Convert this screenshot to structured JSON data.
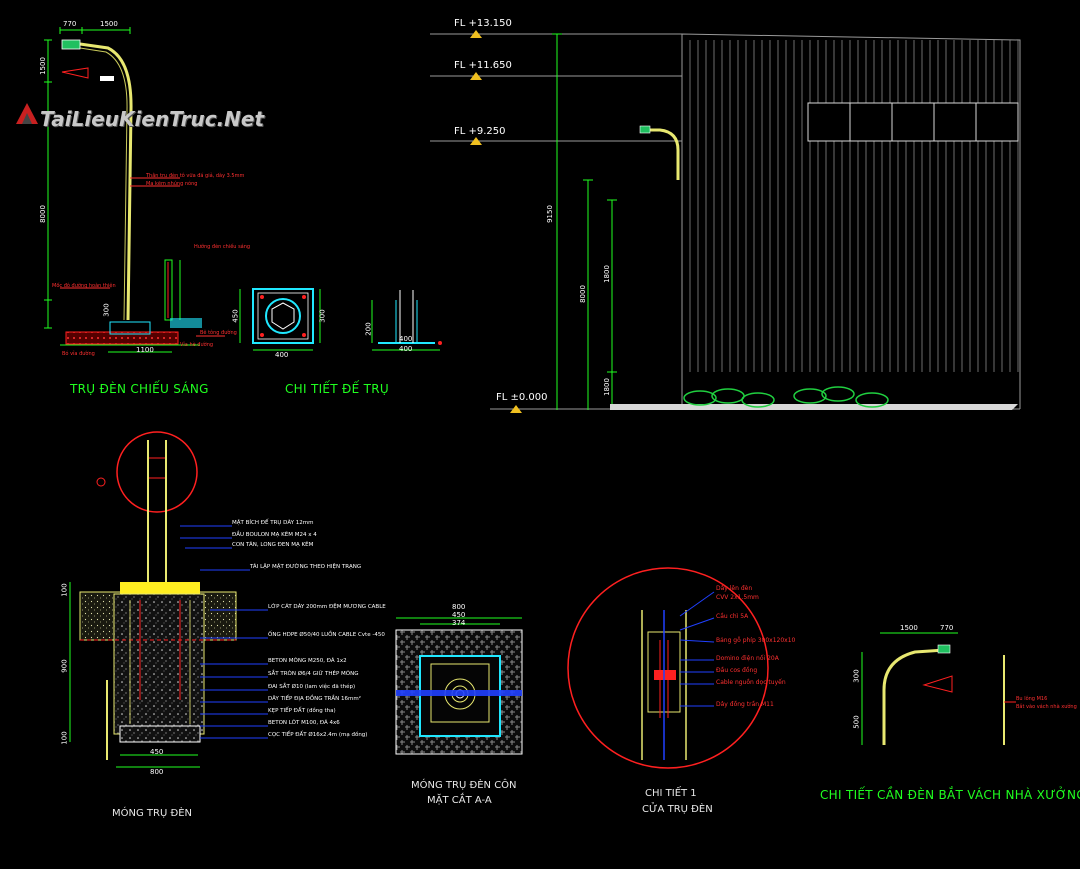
{
  "watermark": {
    "text": "TaiLieuKienTruc.Net"
  },
  "titles": {
    "pole": "TRỤ ĐÈN CHIẾU SÁNG",
    "base_detail": "CHI TIẾT ĐẾ TRỤ",
    "foundation": "MÓNG TRỤ ĐÈN",
    "section_line1": "MÓNG TRỤ ĐÈN CÔN",
    "section_line2": "MẶT CẮT A-A",
    "detail1_line1": "CHI TIẾT 1",
    "detail1_line2": "CỬA TRỤ ĐÈN",
    "wall_arm": "CHI TIẾT CẦN ĐÈN BẮT VÁCH NHÀ XƯỞNG"
  },
  "elevation": {
    "levels": [
      "FL +13.150",
      "FL +11.650",
      "FL +9.250",
      "FL ±0.000"
    ],
    "dims": [
      "9150",
      "8000",
      "1800",
      "1800"
    ]
  },
  "pole_dims": {
    "top": [
      "770",
      "1500"
    ],
    "vertical": [
      "1500",
      "8000",
      "300"
    ],
    "bottom": [
      "1100"
    ],
    "base_plate": [
      "400",
      "400",
      "300",
      "450"
    ],
    "base_side": [
      "200",
      "400"
    ]
  },
  "foundation_notes": [
    "MẶT BÍCH ĐẾ TRỤ DÀY 12mm",
    "ĐẦU BOULON MẠ KẼM M24 x 4",
    "CON TÁN, LONG ĐEN MẠ KẼM",
    "TÁI LẬP MẶT ĐƯỜNG THEO HIỆN TRẠNG",
    "LỚP CÁT DÀY 200mm ĐỆM MƯƠNG CABLE",
    "ỐNG HDPE Ø50/40 LUỒN CABLE Cvte -450",
    "BETON MÓNG M250, ĐÁ 1x2",
    "SẮT TRÒN Ø6/4 GIỮ THÉP MÓNG",
    "ĐAI SẮT Ø10 (lam việc đã thép)",
    "DÂY TIẾP ĐỊA ĐỒNG TRẦN 16mm²",
    "KẸP TIẾP ĐẤT (đồng tha)",
    "BETON LÓT M100, ĐÁ 4x6",
    "CỌC TIẾP ĐẤT Ø16x2.4m (mạ đồng)"
  ],
  "foundation_dims": [
    "100",
    "900",
    "100",
    "450",
    "800"
  ],
  "section_dims": [
    "800",
    "450",
    "374"
  ],
  "detail1_notes": [
    "Dây lên đèn",
    "CVV 2x1.5mm",
    "Cầu chì 5A",
    "Bảng gỗ phíp 300x120x10",
    "Domino điện nối 20A",
    "Đầu cos đồng",
    "Cable nguồn dọc tuyến",
    "Dây đồng trần M11"
  ],
  "wall_arm_dims": [
    "1500",
    "770",
    "300",
    "500"
  ],
  "wall_arm_notes": [
    "Bu lông M16",
    "Bắt vào vách nhà xưởng"
  ],
  "pole_notes": [
    "Thân trụ đèn tô vữa đá giả, dày 3.5mm",
    "Mạ kẽm nhúng nóng",
    "Hướng đèn chiếu sáng",
    "Mốc độ đường hoàn thiện",
    "Bê tông đường",
    "Vỉa hè đường",
    "Bó vỉa đường"
  ],
  "colors": {
    "background": "#000000",
    "title_green": "#20ff20",
    "cad_red": "#ff2020",
    "cad_yellow": "#e8e870",
    "cad_cyan": "#20e8ff",
    "cad_blue": "#2040ff"
  }
}
